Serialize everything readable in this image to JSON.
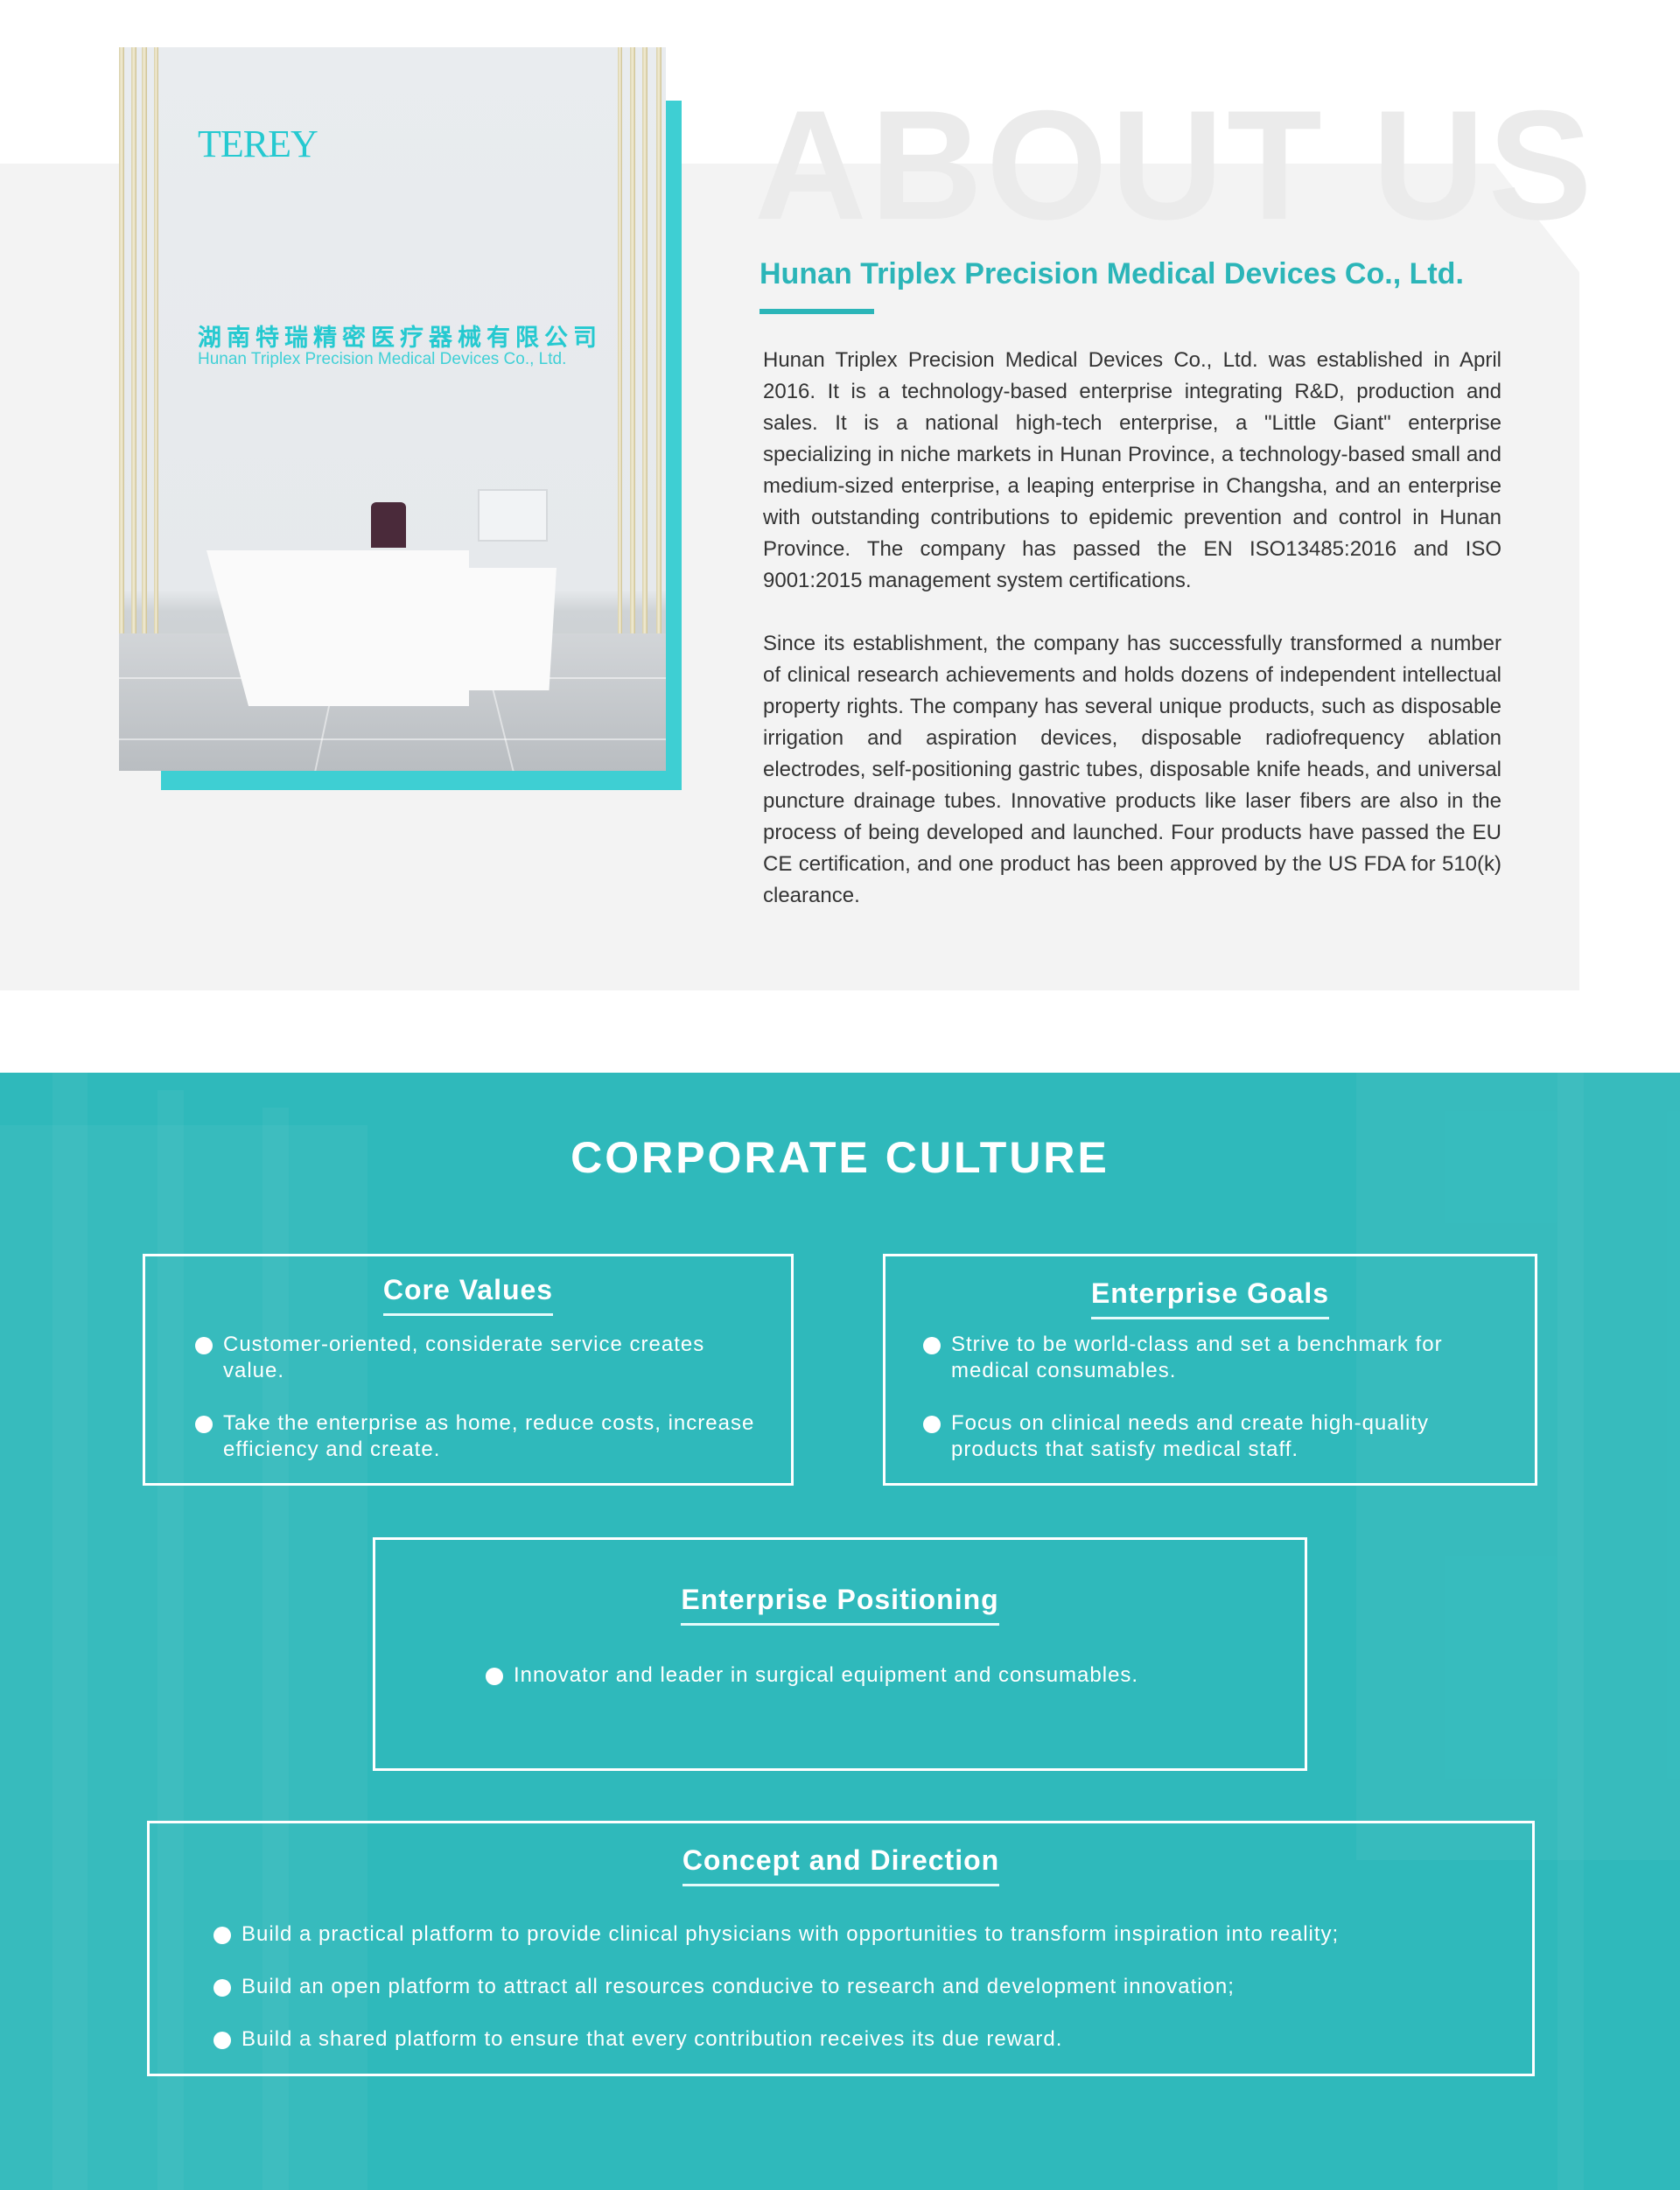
{
  "about": {
    "watermark": "ABOUT US",
    "photo_sign": {
      "brand": "TEREY",
      "chinese_name": "湖南特瑞精密医疗器械有限公司",
      "english_name": "Hunan Triplex Precision Medical Devices Co., Ltd."
    },
    "title": "Hunan Triplex Precision Medical Devices Co., Ltd.",
    "paragraphs": [
      "Hunan Triplex Precision Medical Devices Co., Ltd. was established in April 2016. It is a technology-based enterprise integrating R&D, production and sales. It is a national high-tech enterprise, a \"Little Giant\" enterprise specializing in niche markets in Hunan Province, a technology-based small and medium-sized enterprise, a leaping enterprise in Changsha, and an enterprise with outstanding contributions to epidemic prevention and control in Hunan Province. The company has passed the EN ISO13485:2016 and ISO 9001:2015 management system certifications.",
      "Since its establishment, the company has successfully transformed a number of clinical research achievements and holds dozens of independent intellectual property rights. The company has several unique products, such as disposable irrigation and aspiration devices, disposable radiofrequency ablation electrodes, self-positioning gastric tubes, disposable knife heads, and universal puncture drainage tubes. Innovative products like laser fibers are also in the process of being developed and launched. Four products have passed the EU CE certification, and one product has been approved by the US FDA for 510(k) clearance."
    ]
  },
  "culture": {
    "title": "CORPORATE CULTURE",
    "core_values": {
      "title": "Core Values",
      "items": [
        "Customer-oriented, considerate service creates value.",
        "Take the enterprise as home, reduce costs,  increase efficiency and create."
      ]
    },
    "enterprise_goals": {
      "title": "Enterprise Goals",
      "items": [
        "Strive to be world-class and set a benchmark for medical consumables.",
        "Focus on clinical needs and create high-quality products that satisfy medical staff."
      ]
    },
    "positioning": {
      "title": "Enterprise Positioning",
      "items": [
        "Innovator and leader in surgical equipment and consumables."
      ]
    },
    "concept": {
      "title": "Concept and Direction",
      "items": [
        "Build a practical platform to provide clinical physicians with opportunities to transform inspiration into reality;",
        "Build an open platform to attract all resources conducive to research and development innovation;",
        "Build a shared platform to ensure that every contribution receives its due reward."
      ]
    }
  },
  "colors": {
    "accent": "#2bb5b8",
    "teal_bg": "#2fb9bb",
    "gray_bg": "#f3f3f3"
  }
}
